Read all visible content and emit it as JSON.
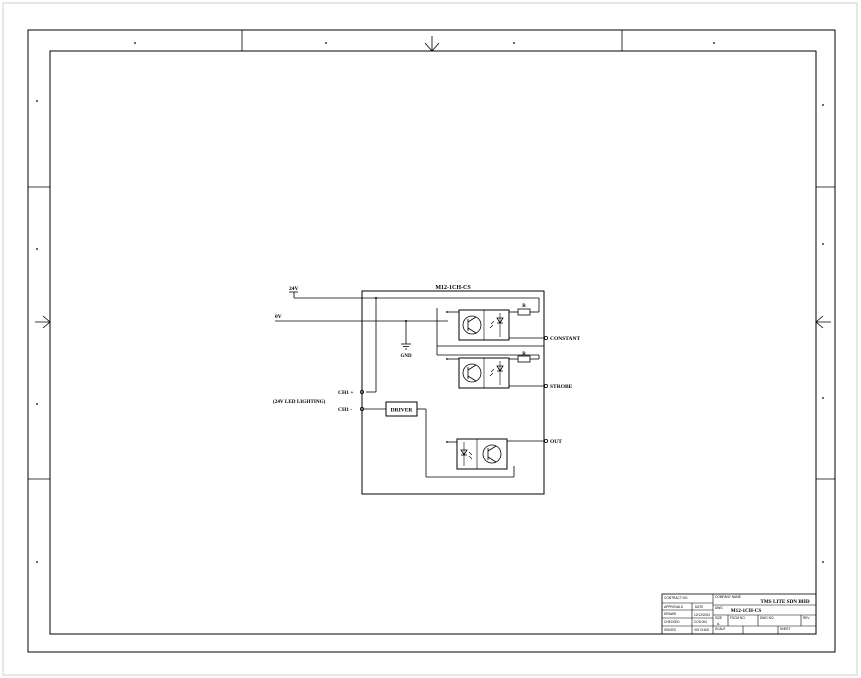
{
  "schematic": {
    "module_title": "M12-1CH-CS",
    "power": {
      "v24": "24V",
      "v0": "0V",
      "gnd": "GND"
    },
    "channel": {
      "plus": "CH1 +",
      "minus": "CH1 -",
      "lighting_note": "(24V LED LIGHTING)"
    },
    "driver_label": "DRIVER",
    "resistor_label": "R",
    "outputs": {
      "constant": "CONSTANT",
      "strobe": "STROBE",
      "out": "OUT"
    }
  },
  "title_block": {
    "contract_no_label": "CONTRACT NO.",
    "company_name_label": "COMPANY NAME",
    "company_name": "TMS LITE SDN BHD",
    "approvals_label": "APPROVALS",
    "date_label": "DATE",
    "dwg_label": "DWG",
    "drawn_label": "DRAWN",
    "drawn_date": "12/12/2024",
    "checked_label": "CHECKED",
    "size_label": "SIZE",
    "issued_label": "ISSUED",
    "fscm_label": "FSCM NO.",
    "dwg_no_label": "DWG NO.",
    "rev_label": "REV",
    "size_value": "A",
    "scale_label": "SCALE",
    "sheet_label": "SHEET",
    "drawing_title": "M12-1CH-CS",
    "misc_1": "CCB 004",
    "misc_2": "VIS CHAS"
  },
  "colors": {
    "line": "#000000",
    "background": "#ffffff",
    "outer_frame": "#cfcfcf"
  }
}
